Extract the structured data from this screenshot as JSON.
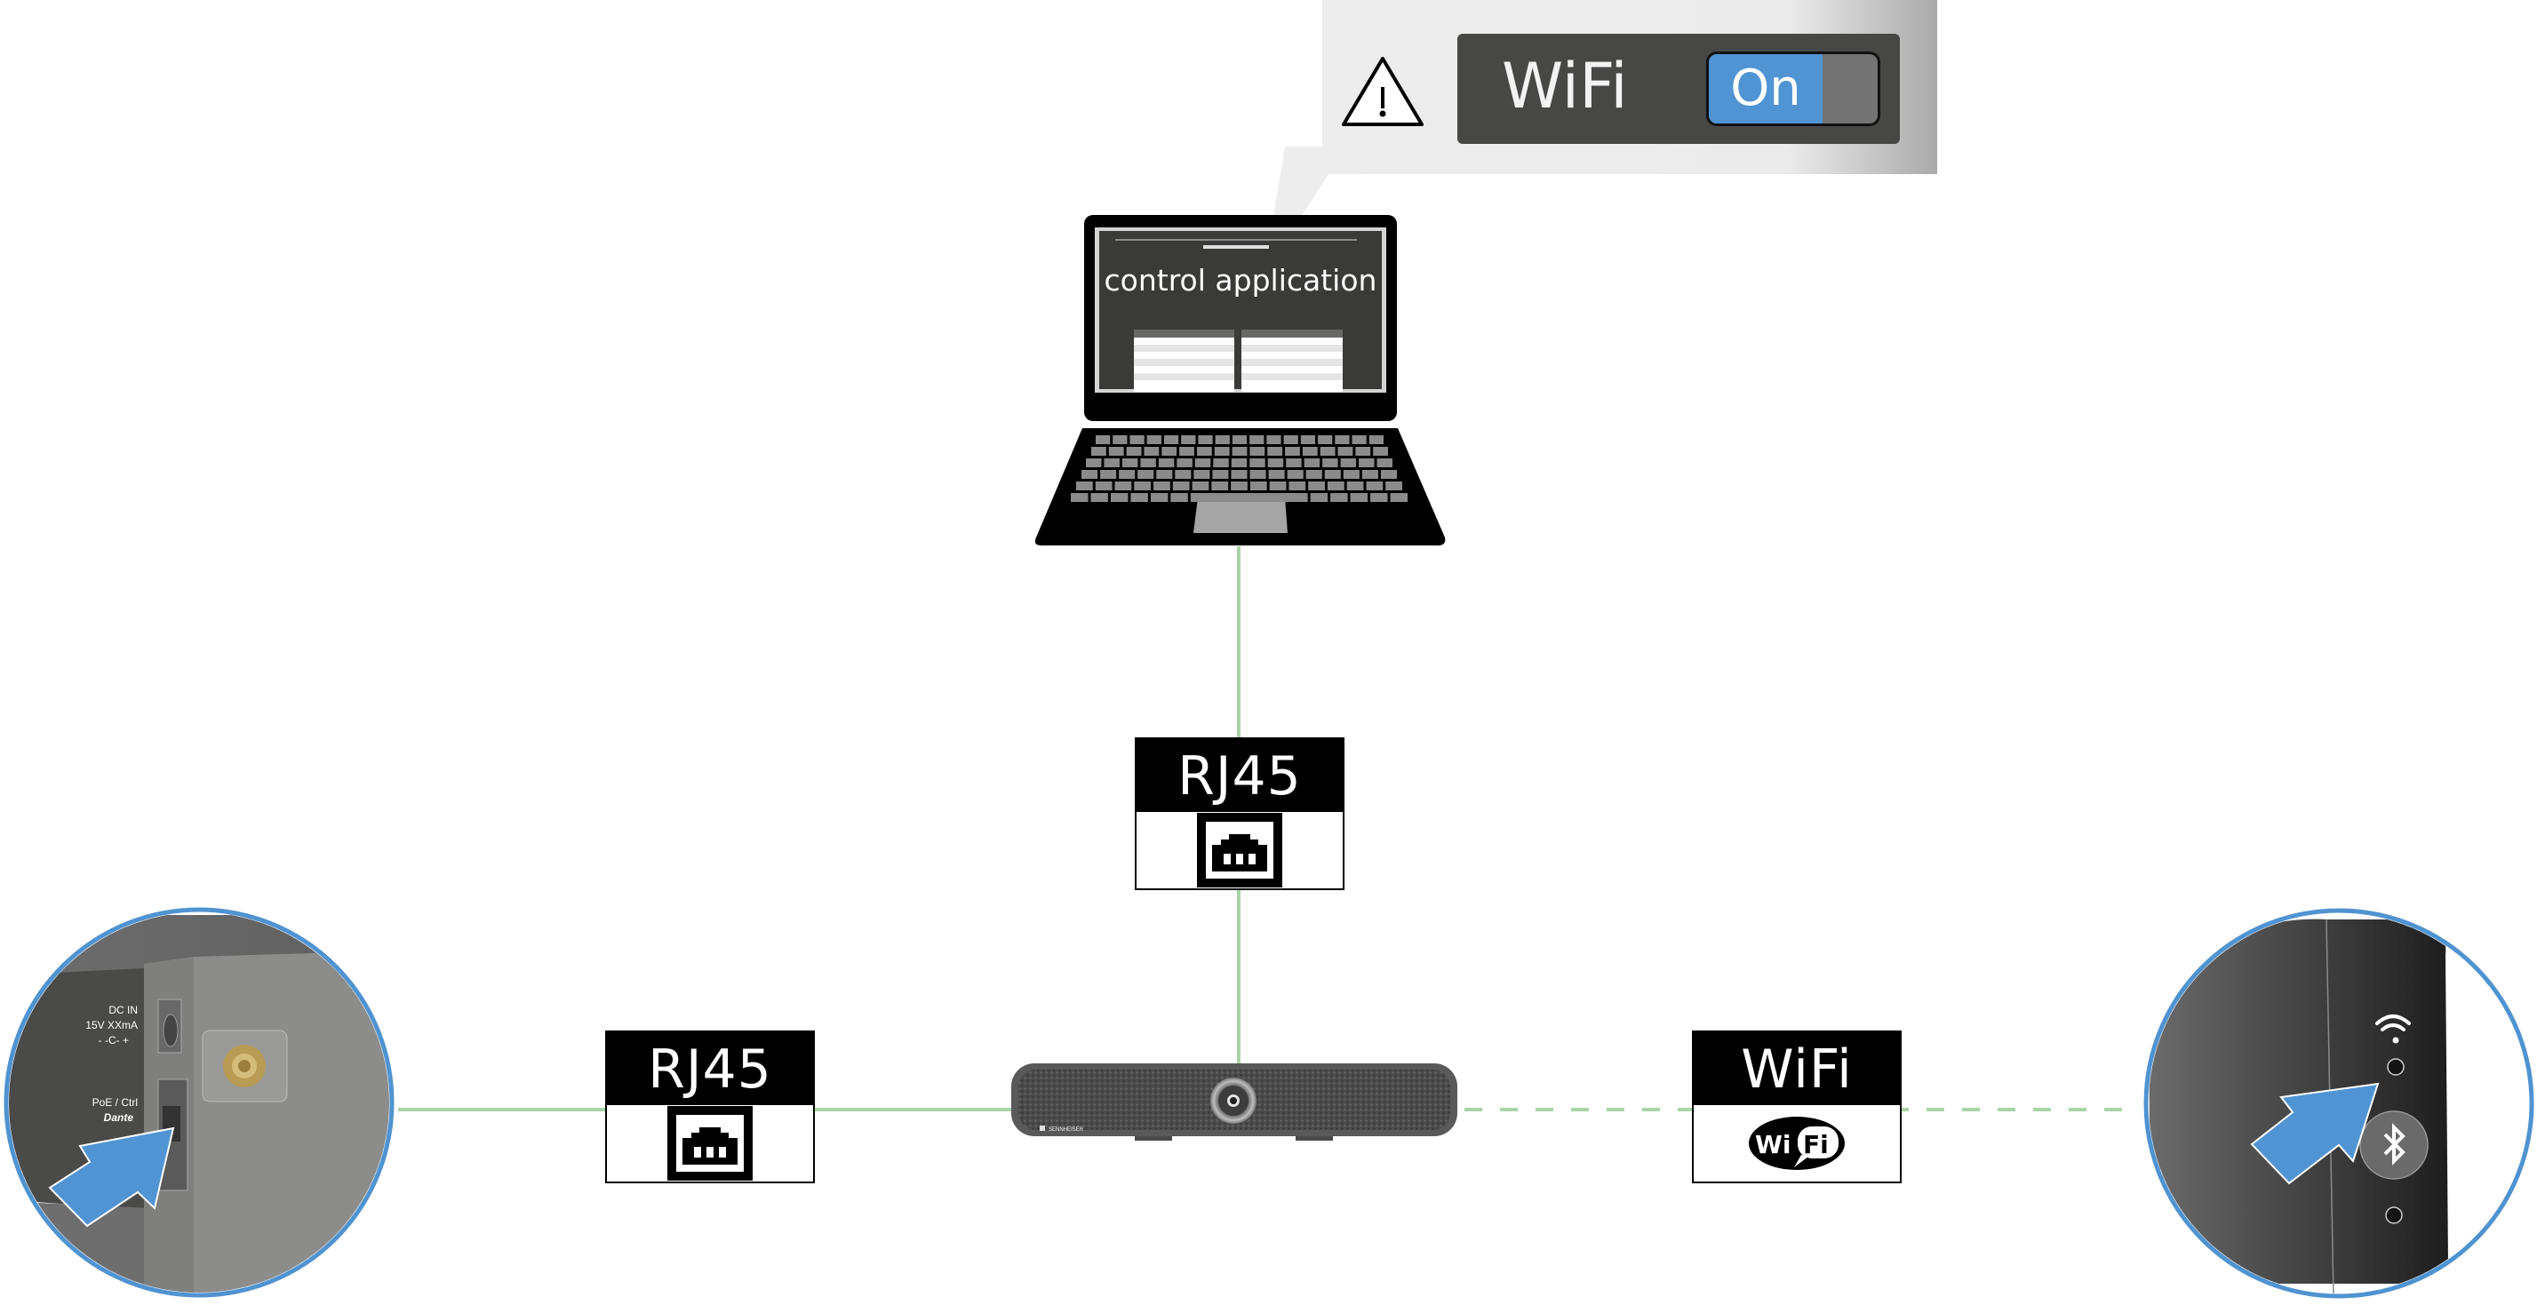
{
  "diagram": {
    "title": "Device network connection options",
    "popup": {
      "warning_icon": "warning-triangle-icon",
      "setting_label": "WiFi",
      "toggle_state": "On",
      "toggle_on": true,
      "accent_color": "#5094d4"
    },
    "laptop": {
      "screen_title": "control application"
    },
    "connections": [
      {
        "id": "laptop-to-device",
        "label": "RJ45",
        "icon": "ethernet-port-icon",
        "line_style": "solid"
      },
      {
        "id": "rear-port-to-device",
        "label": "RJ45",
        "icon": "ethernet-port-icon",
        "line_style": "solid"
      },
      {
        "id": "device-to-wifi",
        "label": "WiFi",
        "icon": "wifi-logo-icon",
        "line_style": "dashed"
      }
    ],
    "wifi_logo_text": {
      "left": "Wi",
      "right": "Fi"
    },
    "device": {
      "brand": "SENNHEISER"
    },
    "rear_detail": {
      "labels": [
        "DC IN",
        "15V XXmA",
        "- -C- +",
        "PoE / Ctrl",
        "Dante"
      ]
    },
    "side_detail": {
      "icons": [
        "wifi-signal-icon",
        "bluetooth-icon"
      ]
    },
    "colors": {
      "line": "#a8d4a8",
      "circle_border": "#4f93d1",
      "arrow": "#5094d4"
    }
  }
}
